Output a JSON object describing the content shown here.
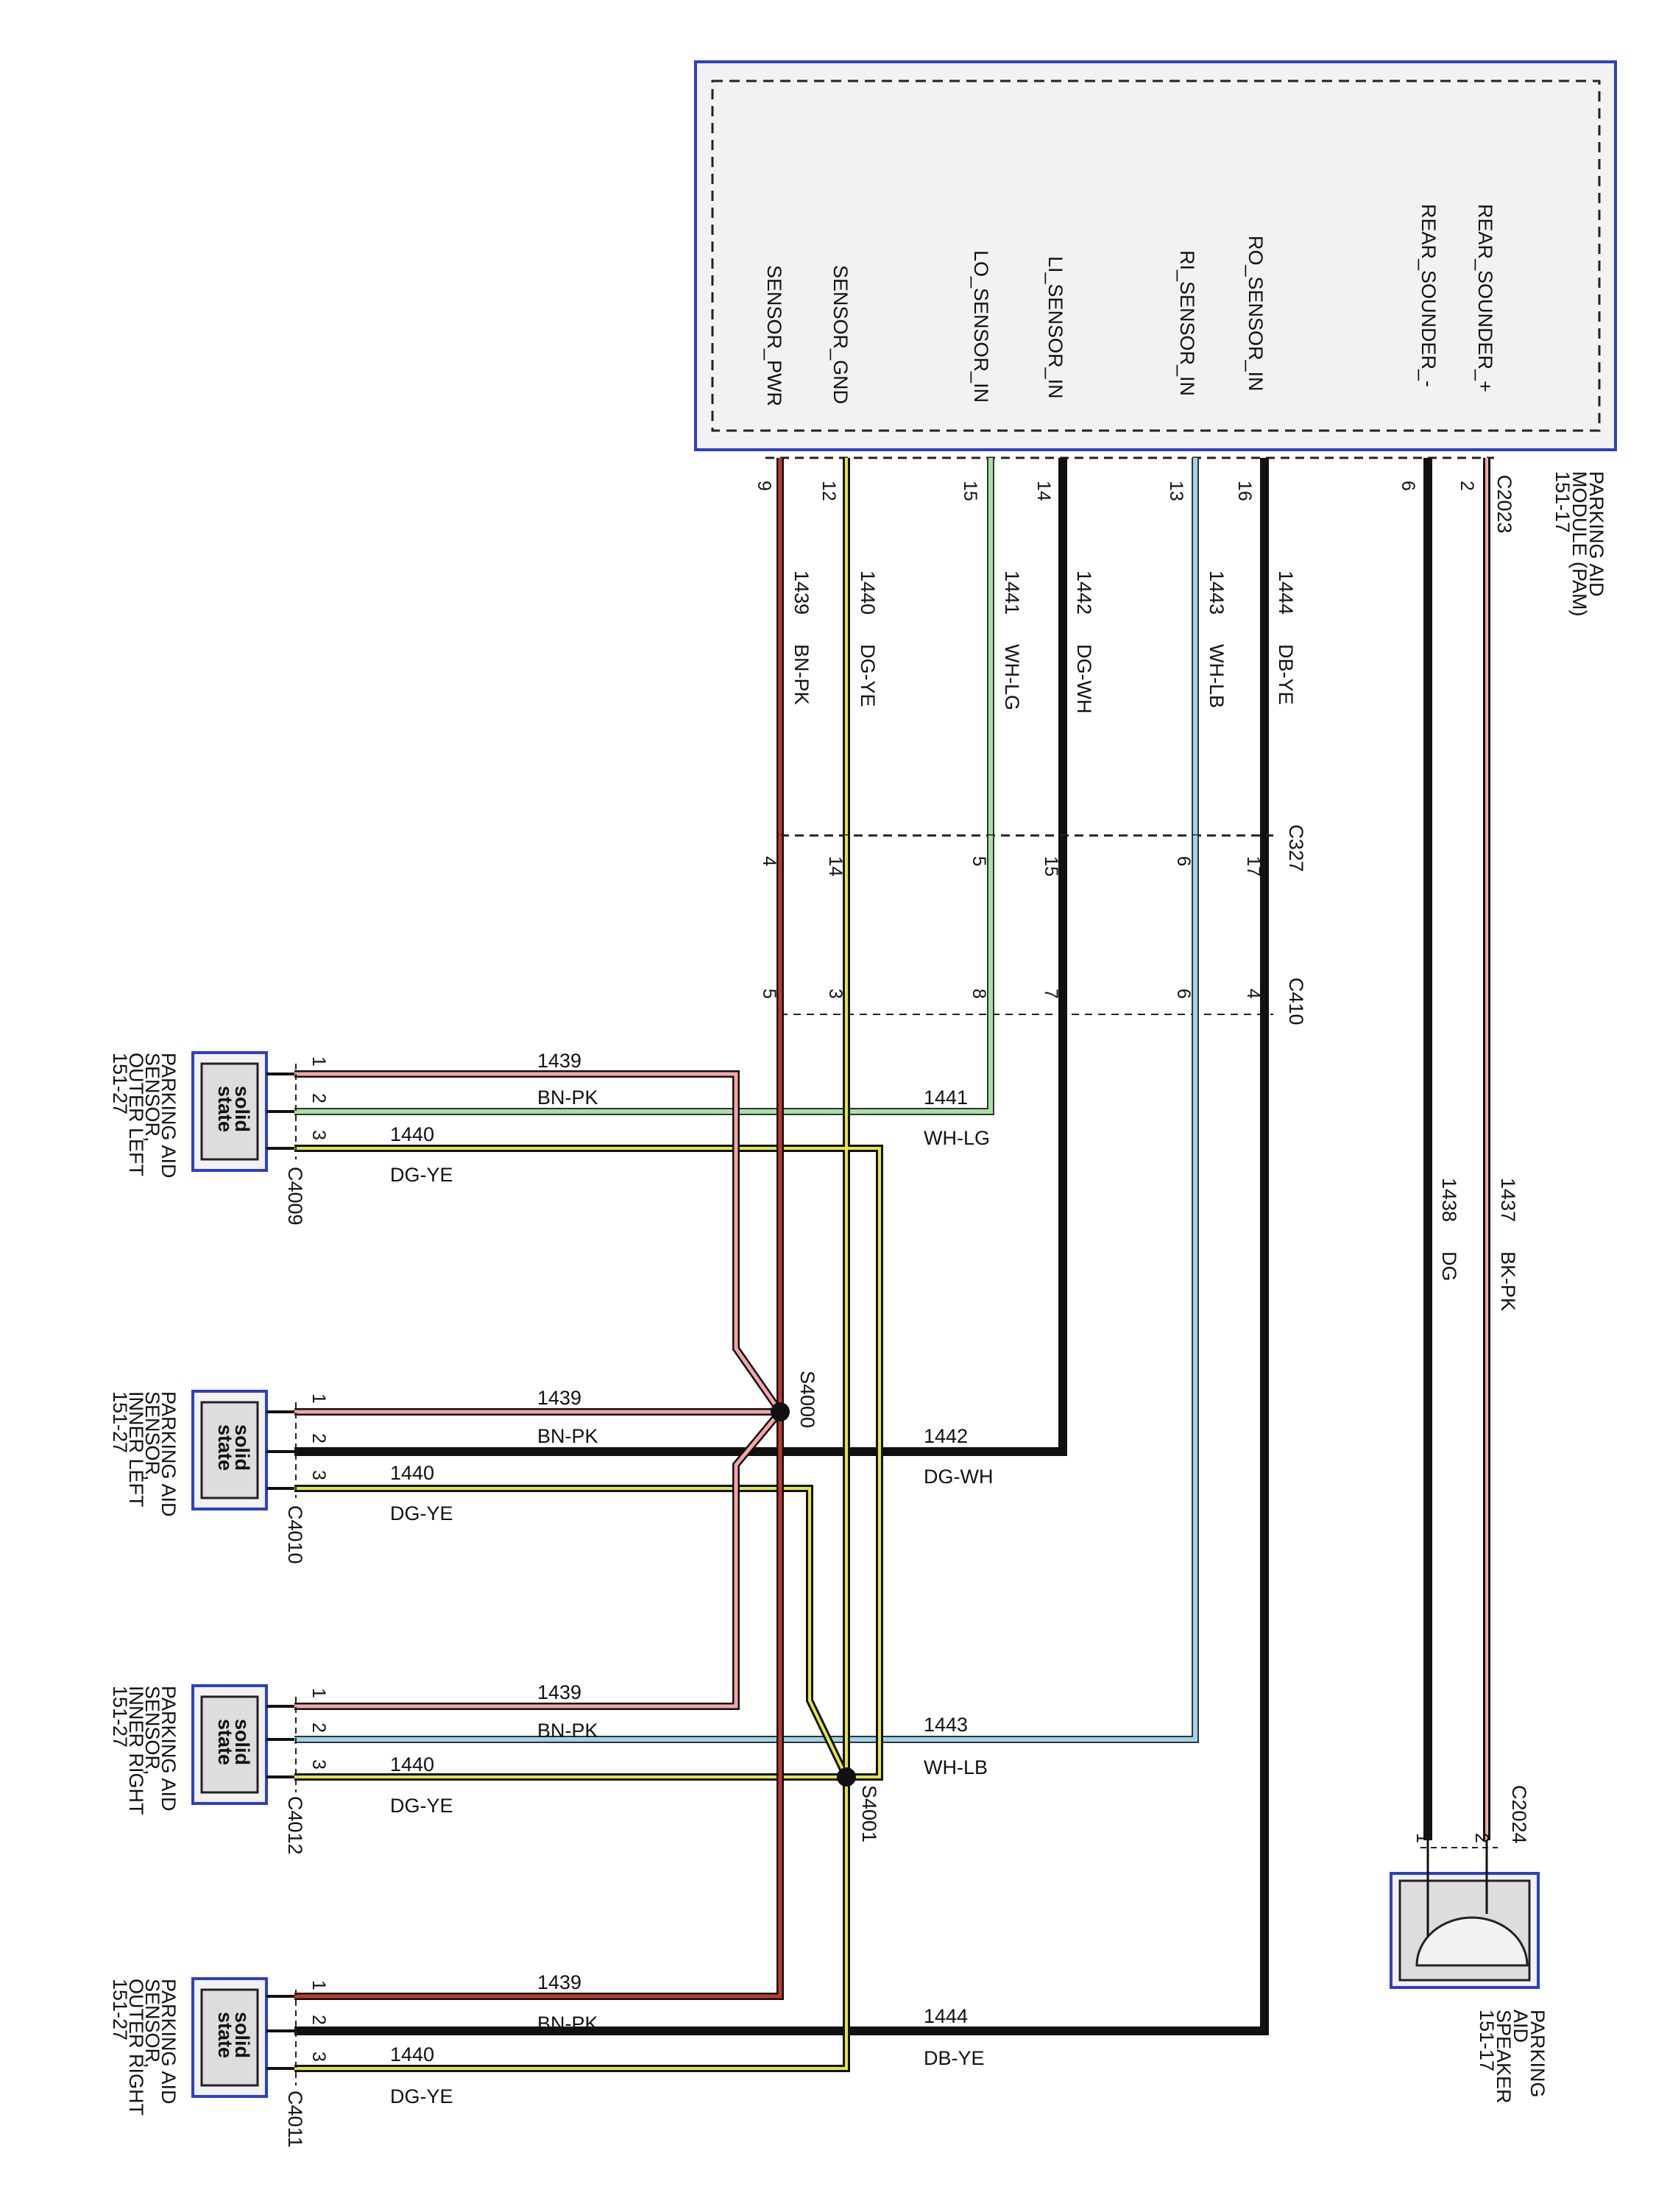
{
  "module": {
    "name_lines": [
      "PARKING AID",
      "MODULE (PAM)",
      "151-17"
    ],
    "connector": "C2023",
    "pins": [
      {
        "signal": "REAR_SOUNDER_+",
        "pin": "2",
        "circuit": "1437",
        "color": "BK-PK",
        "wire": "#c0392b"
      },
      {
        "signal": "REAR_SOUNDER_-",
        "pin": "6",
        "circuit": "1438",
        "color": "DG",
        "wire": "#1a1a1a"
      },
      {
        "signal": "RO_SENSOR_IN",
        "pin": "16",
        "circuit": "1444",
        "color": "DB-YE",
        "wire": "#1a1a1a"
      },
      {
        "signal": "RI_SENSOR_IN",
        "pin": "13",
        "circuit": "1443",
        "color": "WH-LB",
        "wire": "#9fd4e8"
      },
      {
        "signal": "LI_SENSOR_IN",
        "pin": "14",
        "circuit": "1442",
        "color": "DG-WH",
        "wire": "#1a1a1a"
      },
      {
        "signal": "LO_SENSOR_IN",
        "pin": "15",
        "circuit": "1441",
        "color": "WH-LG",
        "wire": "#a8e0a0"
      },
      {
        "signal": "SENSOR_GND",
        "pin": "12",
        "circuit": "1440",
        "color": "DG-YE",
        "wire": "#e5e83a"
      },
      {
        "signal": "SENSOR_PWR",
        "pin": "9",
        "circuit": "1439",
        "color": "BN-PK",
        "wire": "#c0392b"
      }
    ]
  },
  "inline_connectors": {
    "c327": {
      "name": "C327",
      "pins": [
        "17",
        "6",
        "15",
        "5",
        "14",
        "4"
      ]
    },
    "c410": {
      "name": "C410",
      "pins": [
        "4",
        "6",
        "7",
        "8",
        "3",
        "5"
      ]
    }
  },
  "splices": {
    "s4000": "S4000",
    "s4001": "S4001"
  },
  "sensors": [
    {
      "name_lines": [
        "PARKING AID",
        "SENSOR,",
        "OUTER LEFT",
        "151-27"
      ],
      "connector": "C4009",
      "body": [
        "solid",
        "state"
      ],
      "pins": [
        "1",
        "2",
        "3"
      ],
      "w1_circuit": "1439",
      "w1_color": "BN-PK",
      "w2_circuit": "1441",
      "w2_color": "WH-LG",
      "w3_circuit": "1440",
      "w3_color": "DG-YE"
    },
    {
      "name_lines": [
        "PARKING AID",
        "SENSOR,",
        "INNER LEFT",
        "151-27"
      ],
      "connector": "C4010",
      "body": [
        "solid",
        "state"
      ],
      "pins": [
        "1",
        "2",
        "3"
      ],
      "w1_circuit": "1439",
      "w1_color": "BN-PK",
      "w2_circuit": "1442",
      "w2_color": "DG-WH",
      "w3_circuit": "1440",
      "w3_color": "DG-YE"
    },
    {
      "name_lines": [
        "PARKING AID",
        "SENSOR,",
        "INNER RIGHT",
        "151-27"
      ],
      "connector": "C4012",
      "body": [
        "solid",
        "state"
      ],
      "pins": [
        "1",
        "2",
        "3"
      ],
      "w1_circuit": "1439",
      "w1_color": "BN-PK",
      "w2_circuit": "1443",
      "w2_color": "WH-LB",
      "w3_circuit": "1440",
      "w3_color": "DG-YE"
    },
    {
      "name_lines": [
        "PARKING AID",
        "SENSOR,",
        "OUTER RIGHT",
        "151-27"
      ],
      "connector": "C4011",
      "body": [
        "solid",
        "state"
      ],
      "pins": [
        "1",
        "2",
        "3"
      ],
      "w1_circuit": "1439",
      "w1_color": "BN-PK",
      "w2_circuit": "1444",
      "w2_color": "DB-YE",
      "w3_circuit": "1440",
      "w3_color": "DG-YE"
    }
  ],
  "speaker": {
    "name_lines": [
      "PARKING",
      "AID",
      "SPEAKER",
      "151-17"
    ],
    "connector": "C2024",
    "pins": [
      "2",
      "1"
    ]
  },
  "colors": {
    "module_border": "#2b3fc9",
    "module_fill": "#f2f2f2",
    "red_wire": "#c0392b",
    "red_core": "#f3a6a6",
    "yellow_core": "#e5e83a",
    "blue_core": "#9fd4e8",
    "green_core": "#a8e0a0"
  }
}
